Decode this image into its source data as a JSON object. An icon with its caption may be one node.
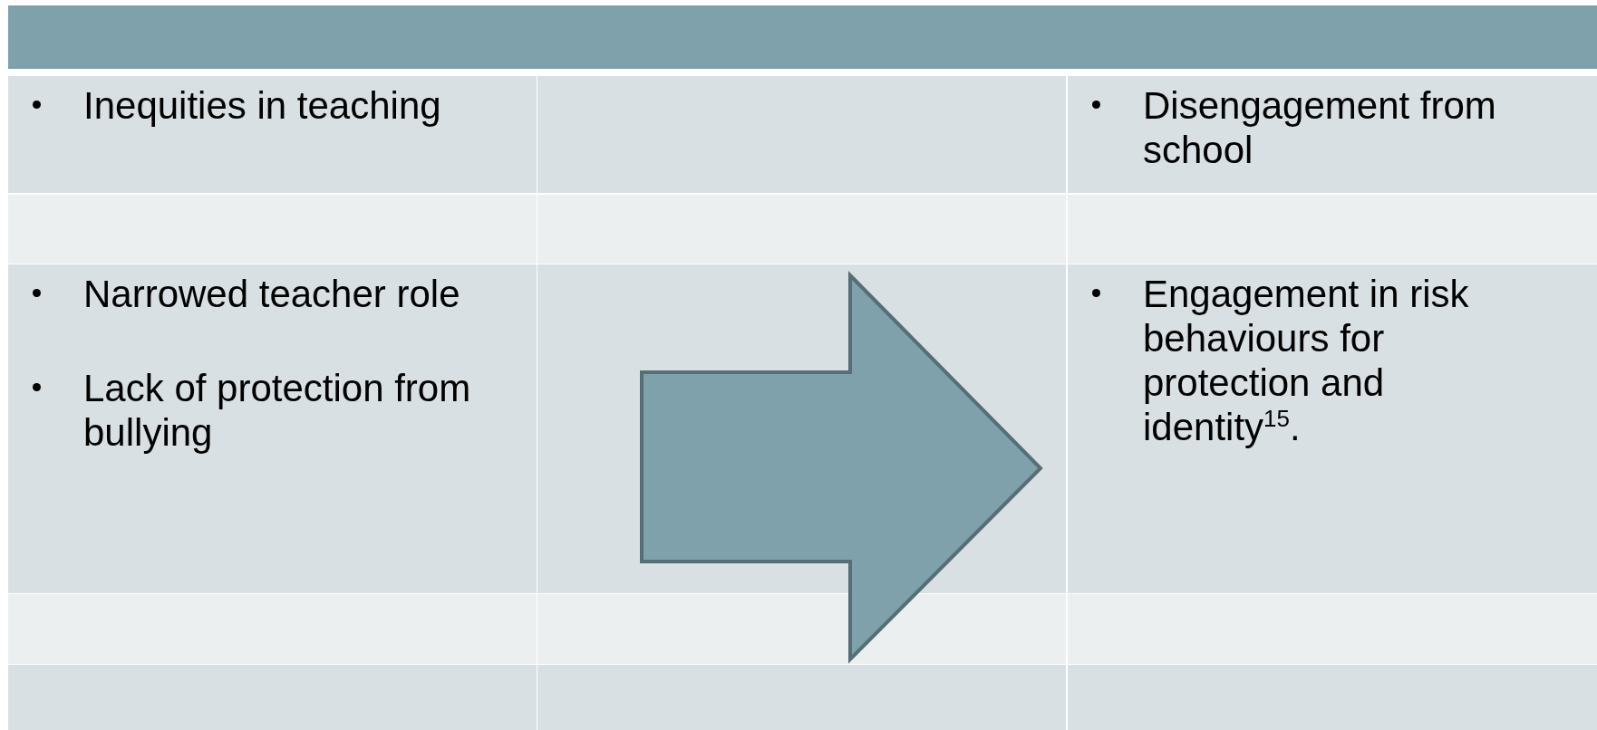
{
  "diagram": {
    "labels": [
      "Inequities in teaching",
      "Disengagement from school",
      "Narrowed teacher role",
      "Lack of protection from bullying",
      "Engagement in risk behaviours for protection and identity$^{15}$."
    ]
  }
}
